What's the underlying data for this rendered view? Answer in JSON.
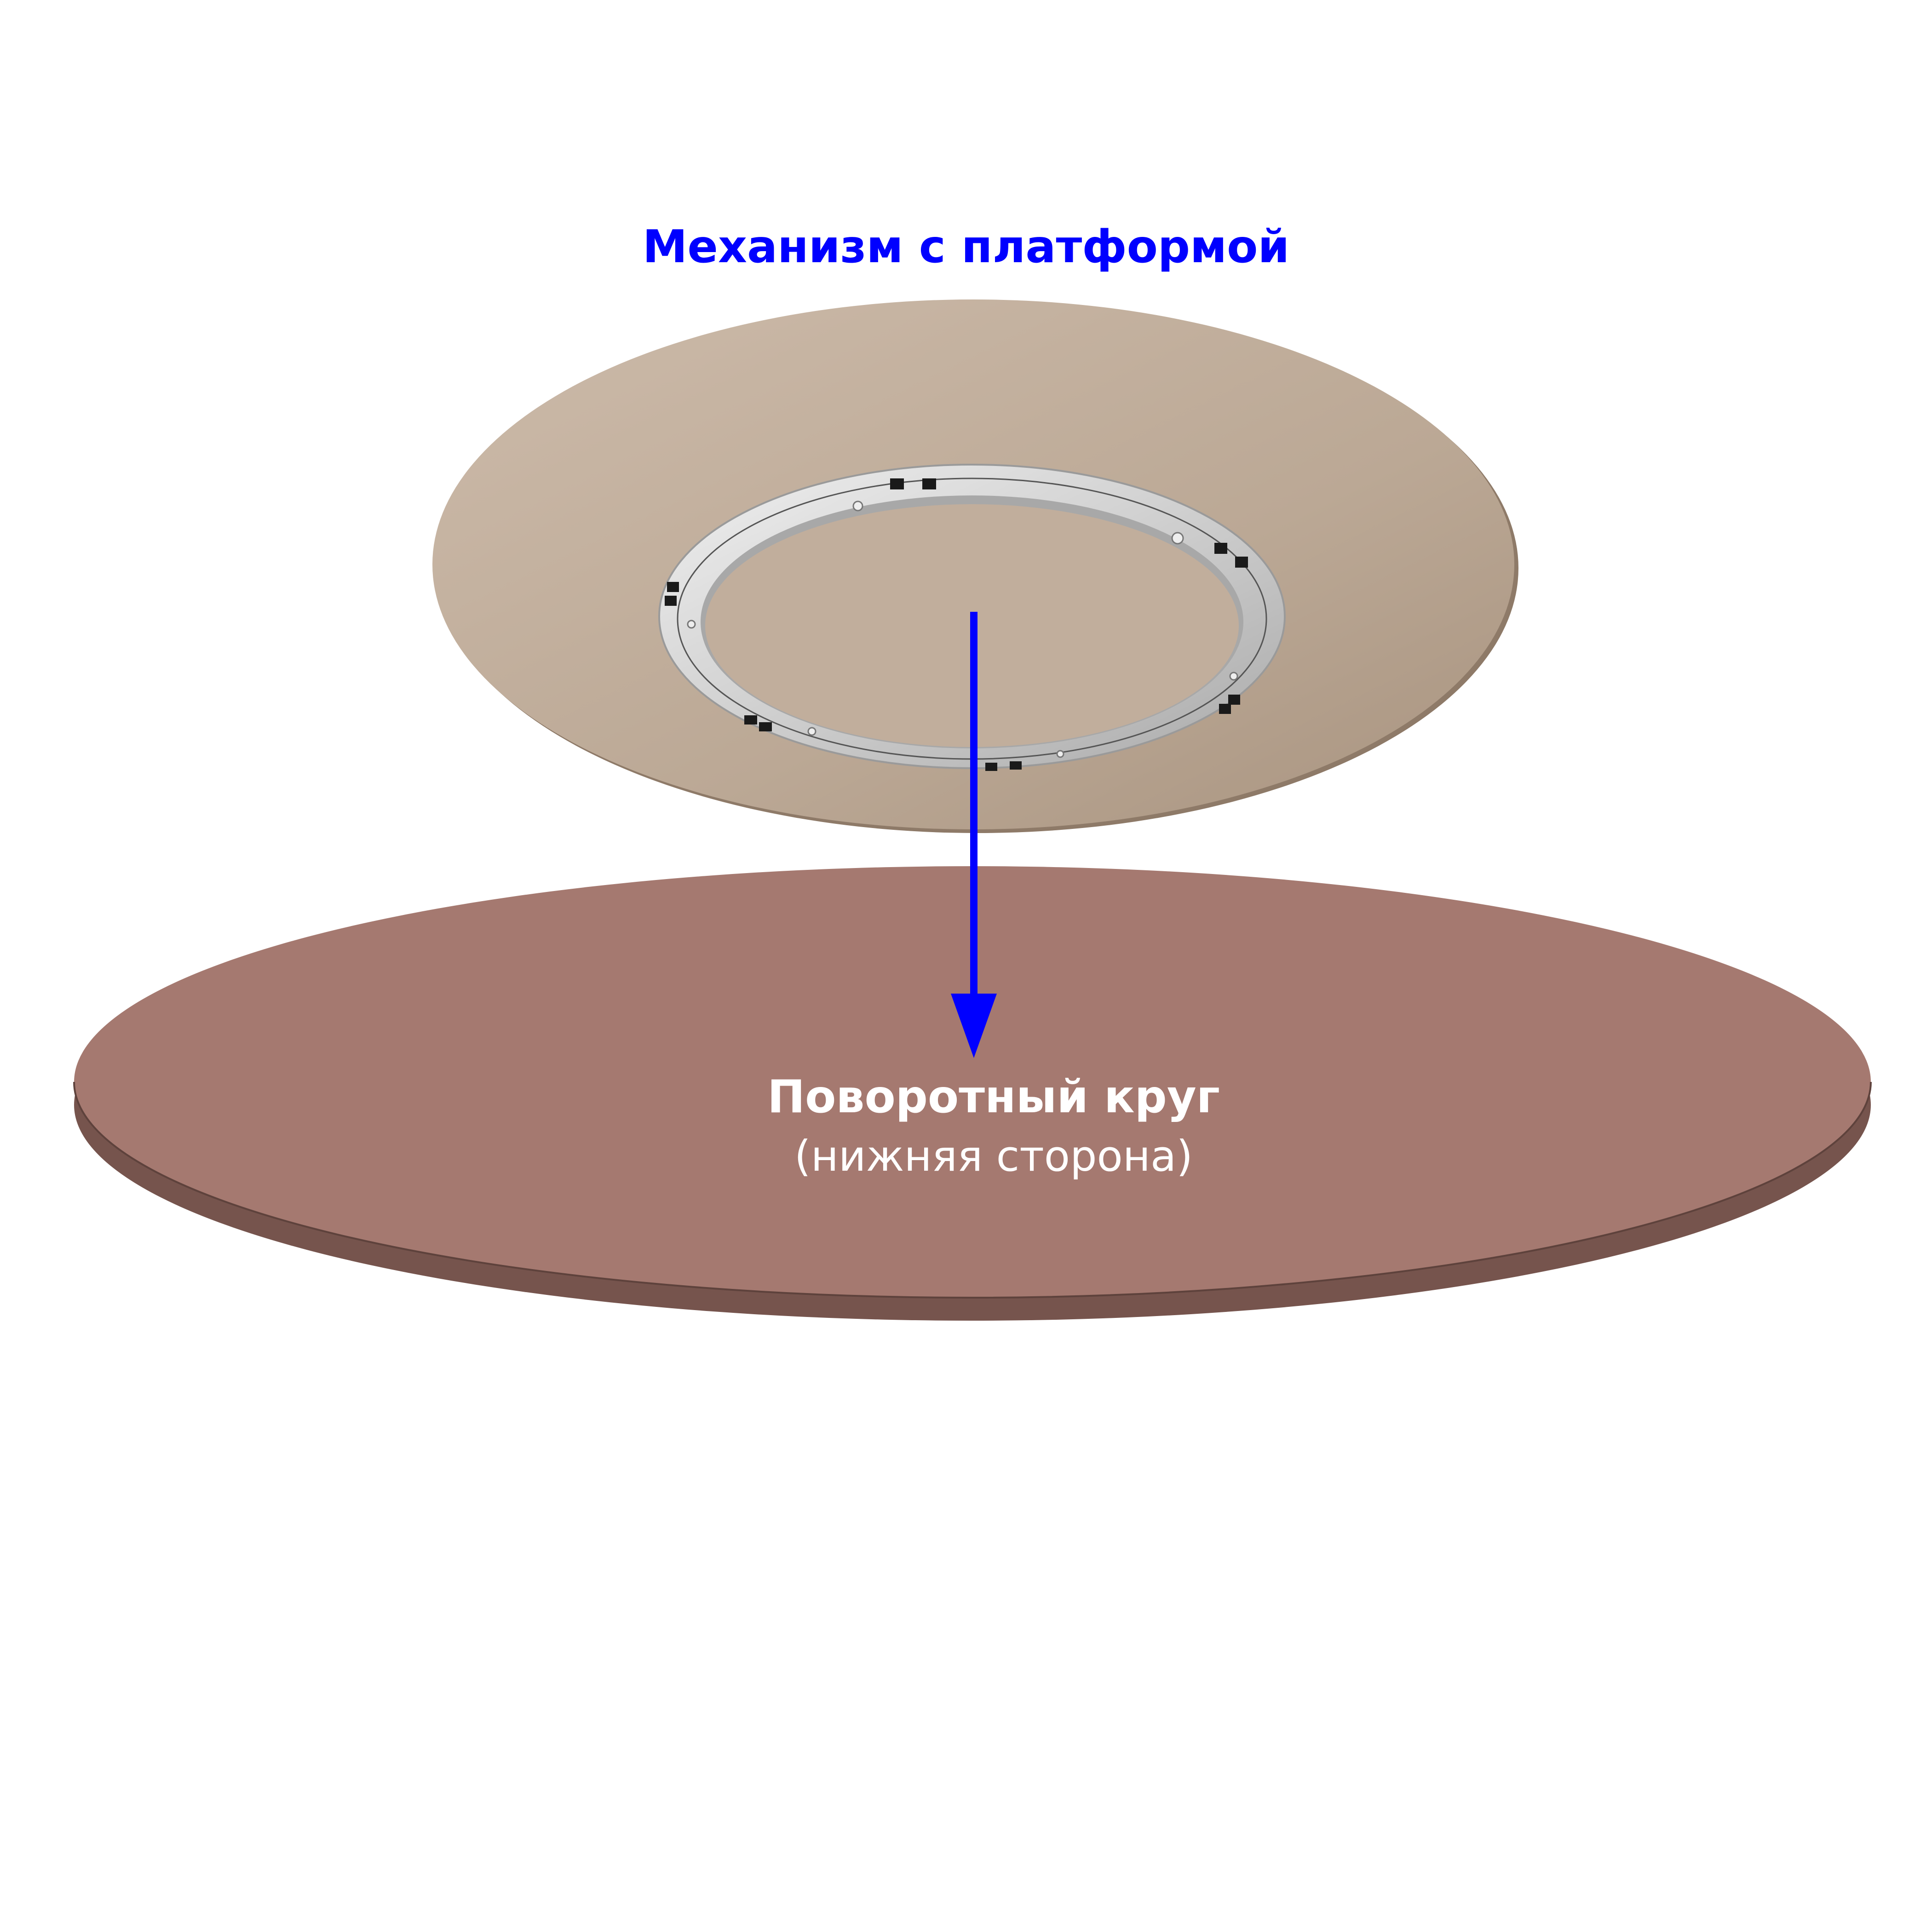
{
  "title": "Механизм с платформой",
  "lower_label": {
    "title": "Поворотный круг",
    "subtitle": "(нижняя сторона)"
  },
  "colors": {
    "accent": "#0000ff",
    "platform": "#c2ae9c",
    "disc": "#a57970",
    "disc_edge": "#7a554e",
    "ring": "#d8d8d8"
  }
}
